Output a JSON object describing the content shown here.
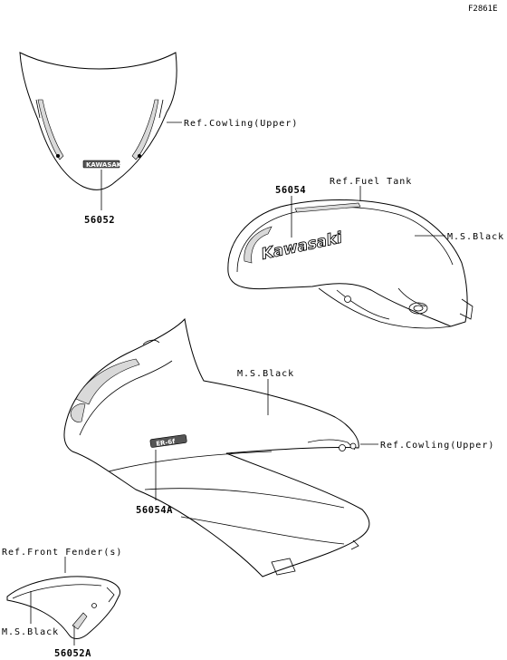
{
  "figure_code": "F2861E",
  "windshield": {
    "part_number": "56052",
    "ref_label": "Ref.Cowling(Upper)",
    "decal_text": "KAWASAKI"
  },
  "fuel_tank": {
    "part_number": "56054",
    "ref_label": "Ref.Fuel Tank",
    "color_label": "M.S.Black",
    "decal_text": "Kawasaki"
  },
  "side_cowl": {
    "part_number": "56054A",
    "color_label": "M.S.Black",
    "ref_label": "Ref.Cowling(Upper)",
    "decal_text": "ER-6f"
  },
  "front_fender": {
    "part_number": "56052A",
    "ref_label": "Ref.Front Fender(s)",
    "color_label": "M.S.Black"
  }
}
